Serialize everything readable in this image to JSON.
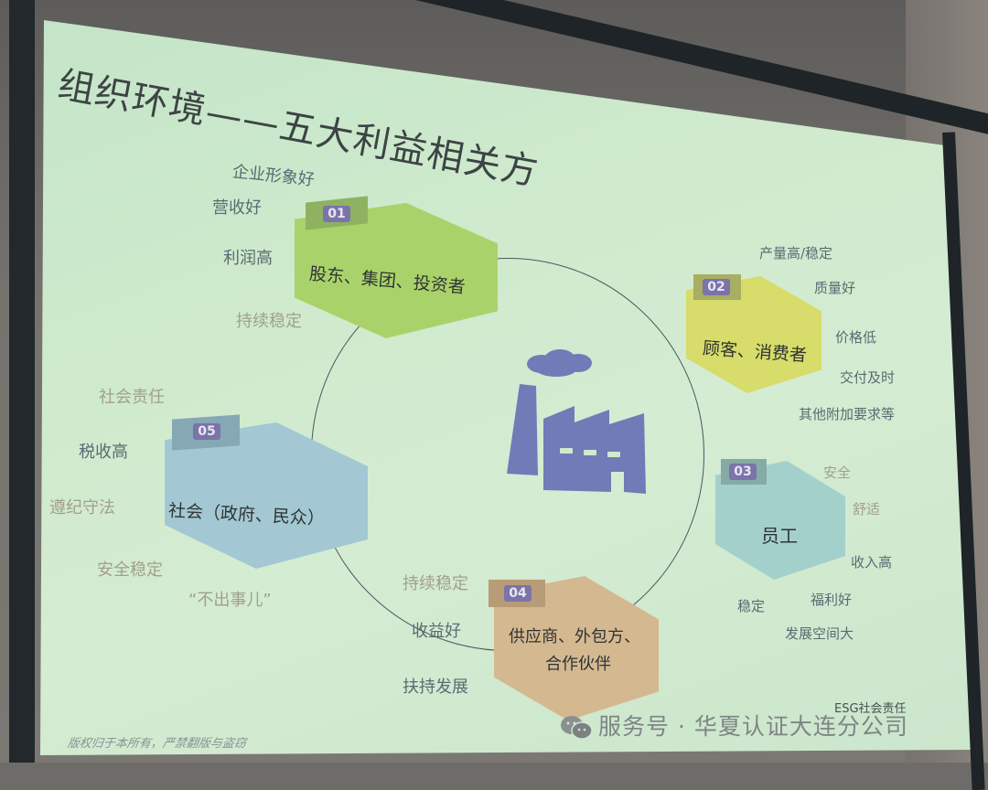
{
  "slide": {
    "title": "组织环境——五大利益相关方",
    "center_icon": "factory-icon",
    "stakeholders": [
      {
        "number": "01",
        "label": "股东、集团、投资者",
        "color": "#a9d36a",
        "attributes": [
          "企业形象好",
          "营收好",
          "利润高",
          "持续稳定"
        ]
      },
      {
        "number": "02",
        "label": "顾客、消费者",
        "color": "#d7dc6a",
        "attributes": [
          "产量高/稳定",
          "质量好",
          "价格低",
          "交付及时",
          "其他附加要求等"
        ]
      },
      {
        "number": "03",
        "label": "员工",
        "color": "#a4d0cc",
        "attributes": [
          "安全",
          "舒适",
          "收入高",
          "福利好",
          "稳定",
          "发展空间大"
        ]
      },
      {
        "number": "04",
        "label_line1": "供应商、外包方、",
        "label_line2": "合作伙伴",
        "color": "#d4b890",
        "attributes": [
          "持续稳定",
          "收益好",
          "扶持发展"
        ]
      },
      {
        "number": "05",
        "label": "社会（政府、民众）",
        "color": "#a3c8d4",
        "attributes": [
          "社会责任",
          "税收高",
          "遵纪守法",
          "安全稳定",
          "“不出事儿”"
        ]
      }
    ],
    "footer": {
      "esg_tag": "ESG社会责任",
      "copyright": "版权归于本所有，严禁翻版与盗窃"
    }
  },
  "watermark": {
    "icon": "wechat-icon",
    "text": "服务号 · 华夏认证大连分公司"
  },
  "colors": {
    "screen_bg": "#cfeacd",
    "factory": "#6f7cb8",
    "badge": "#7a74a8",
    "text_dark": "#2f3433",
    "text_blue_gray": "#5a6b72",
    "text_warm": "#a2a08a"
  }
}
